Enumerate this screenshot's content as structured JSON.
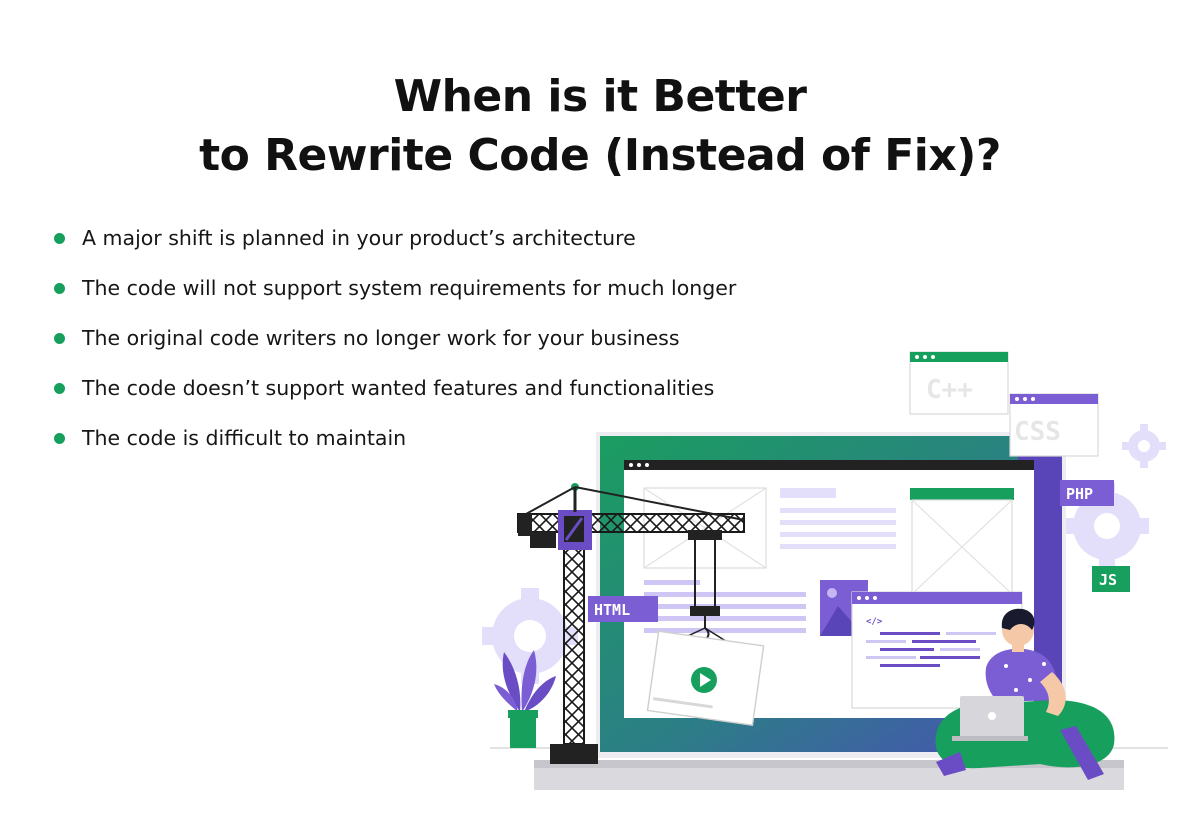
{
  "heading": {
    "line1": "When is it Better",
    "line2": "to Rewrite Code (Instead of Fix)?"
  },
  "reasons": [
    "A major shift is planned in your product’s architecture",
    "The code will not support system requirements for much longer",
    "The original code writers no longer work for your business",
    "The code doesn’t support wanted features and functionalities",
    "The code is difficult to maintain"
  ],
  "illustration": {
    "labels": {
      "cpp": "C++",
      "css": "CSS",
      "php": "PHP",
      "js": "JS",
      "html": "HTML",
      "code_tag": "</>"
    },
    "icons": [
      "gear-icon",
      "play-icon",
      "crane-icon",
      "plant-icon",
      "laptop-icon"
    ]
  },
  "colors": {
    "accent_green": "#17a05d",
    "accent_purple": "#6a4dc4",
    "light_purple": "#e3defa",
    "dark": "#222222"
  }
}
